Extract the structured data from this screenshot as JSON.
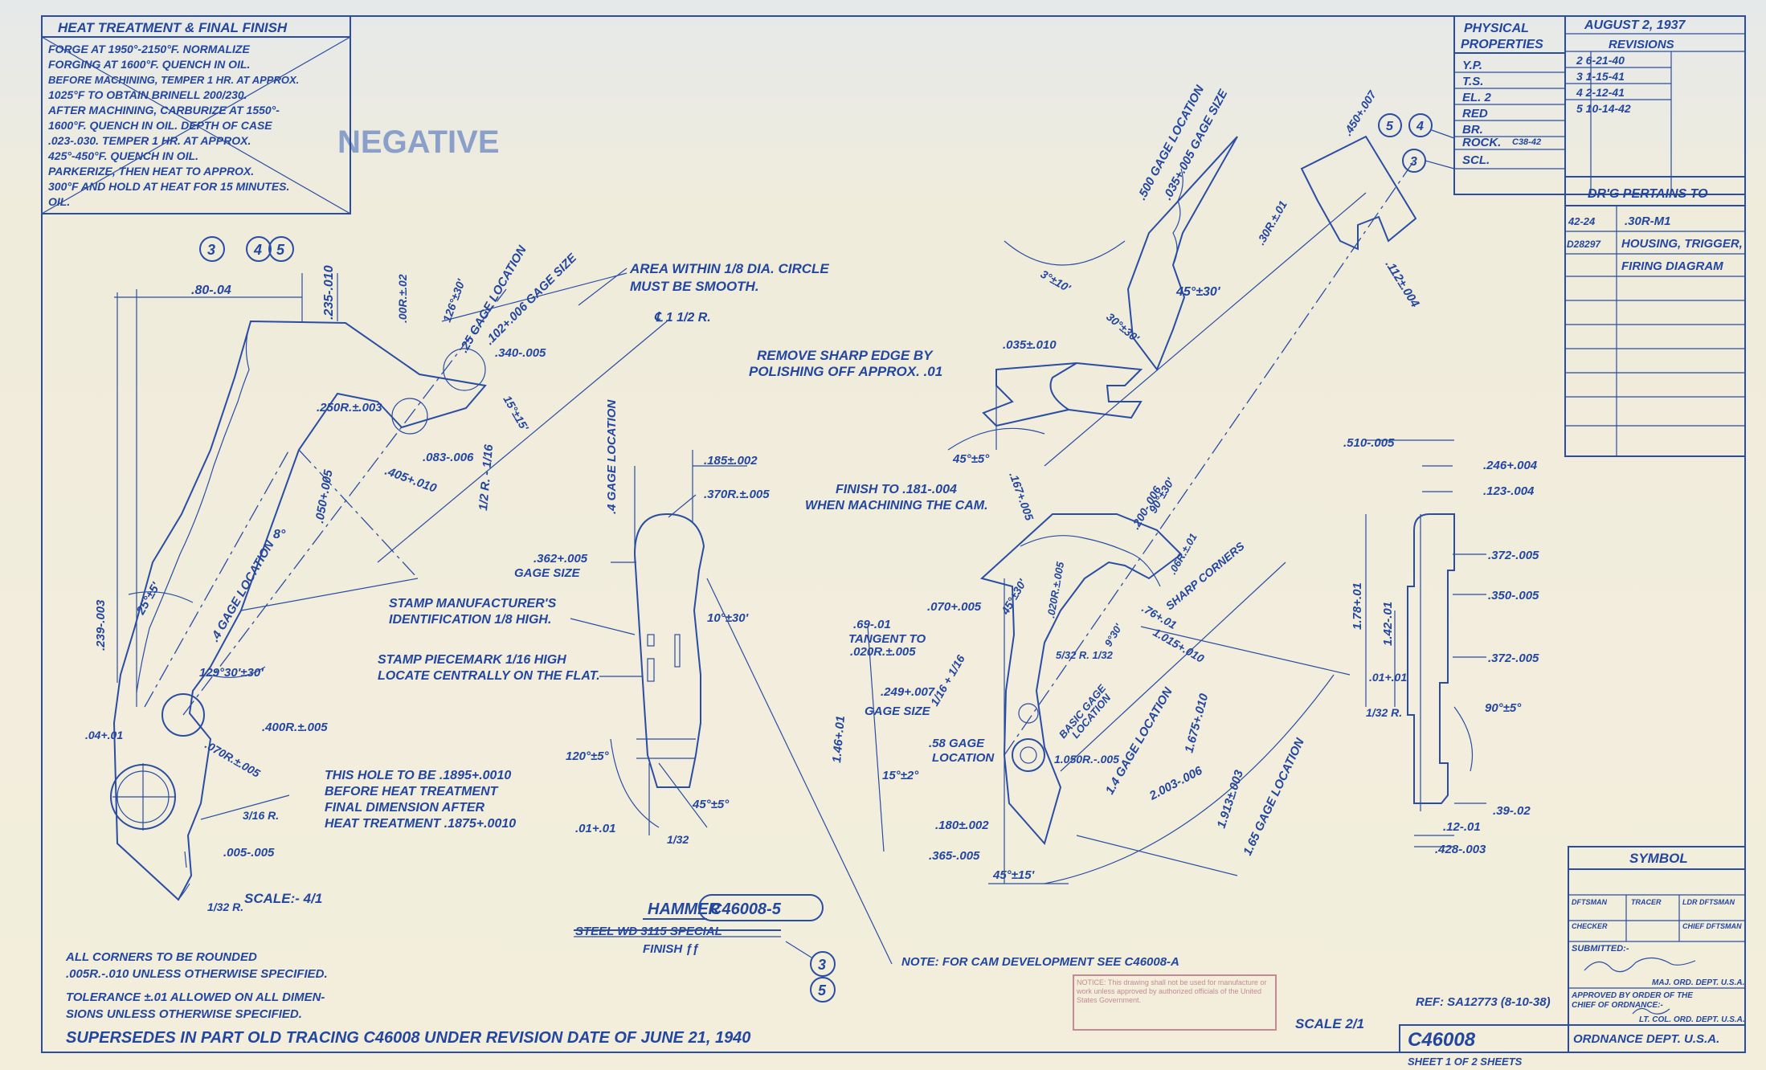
{
  "heat_treatment": {
    "title": "HEAT TREATMENT & FINAL FINISH",
    "lines": [
      "FORGE AT 1950°-2150°F. NORMALIZE",
      "FORGING AT 1600°F. QUENCH IN OIL.",
      "BEFORE MACHINING, TEMPER 1 HR. AT APPROX.",
      "1025°F TO OBTAIN BRINELL 200/230.",
      "AFTER MACHINING, CARBURIZE AT 1550°-",
      "1600°F. QUENCH IN OIL. DEPTH OF CASE",
      ".023-.030. TEMPER 1 HR. AT APPROX.",
      "425°-450°F. QUENCH IN OIL.",
      "PARKERIZE, THEN HEAT TO APPROX.",
      "300°F AND HOLD AT HEAT FOR 15 MINUTES.",
      "OIL."
    ]
  },
  "physical_properties": {
    "title_1": "PHYSICAL",
    "title_2": "PROPERTIES",
    "rows": [
      "Y.P.",
      "T.S.",
      "EL. 2",
      "RED",
      "BR.",
      "ROCK.",
      "SCL."
    ],
    "rock_value": "C38-42"
  },
  "revisions": {
    "date": "AUGUST 2, 1937",
    "title": "REVISIONS",
    "entries": [
      "2  6-21-40",
      "3  1-15-41",
      "4  2-12-41",
      "5  10-14-42"
    ]
  },
  "pertains": {
    "title": "DR'G PERTAINS TO",
    "rows": [
      {
        "code": "42-24",
        "text": ".30R-M1"
      },
      {
        "code": "D28297",
        "text": "HOUSING, TRIGGER,"
      },
      {
        "code": "",
        "text": "FIRING DIAGRAM"
      }
    ]
  },
  "symbol_block": {
    "title": "SYMBOL",
    "draftsman": "DFTSMAN",
    "tracer": "TRACER",
    "ldr": "LDR DFTSMAN",
    "checker": "CHECKER",
    "chief": "CHIEF DFTSMAN",
    "submitted": "SUBMITTED:-",
    "maj": "MAJ. ORD. DEPT. U.S.A.",
    "approved_1": "APPROVED BY ORDER OF THE",
    "approved_2": "CHIEF OF ORDNANCE:-",
    "ltcol": "LT. COL. ORD. DEPT. U.S.A.",
    "dept": "ORDNANCE DEPT. U.S.A."
  },
  "drawing_number": "C46008",
  "sheet": "SHEET 1 OF 2 SHEETS",
  "ref": "REF: SA12773 (8-10-38)",
  "scale_main": "SCALE 2/1",
  "scale_detail": "SCALE:- 4/1",
  "supersedes": "SUPERSEDES IN PART OLD TRACING C46008 UNDER REVISION DATE OF JUNE 21, 1940",
  "faded_word": "NEGATIVE",
  "notes": {
    "corners_1": "ALL CORNERS TO BE ROUNDED",
    "corners_2": ".005R.-.010 UNLESS OTHERWISE SPECIFIED.",
    "tol_1": "TOLERANCE ±.01 ALLOWED ON ALL DIMEN-",
    "tol_2": "SIONS UNLESS OTHERWISE SPECIFIED.",
    "cam": "NOTE: FOR CAM DEVELOPMENT SEE C46008-A",
    "area_1": "AREA WITHIN 1/8 DIA. CIRCLE",
    "area_2": "MUST BE SMOOTH.",
    "stamp_mfr_1": "STAMP MANUFACTURER'S",
    "stamp_mfr_2": "IDENTIFICATION 1/8 HIGH.",
    "stamp_piece_1": "STAMP PIECEMARK 1/16 HIGH",
    "stamp_piece_2": "LOCATE CENTRALLY ON THE FLAT.",
    "hole_1": "THIS HOLE TO BE .1895+.0010",
    "hole_2": "BEFORE HEAT TREATMENT",
    "hole_3": "FINAL DIMENSION AFTER",
    "hole_4": "HEAT TREATMENT .1875+.0010",
    "remove_1": "REMOVE SHARP EDGE BY",
    "remove_2": "POLISHING OFF APPROX. .01",
    "finish_1": "FINISH TO .181-.004",
    "finish_2": "WHEN MACHINING THE CAM.",
    "tangent_1": "TANGENT TO",
    "tangent_2": ".020R.±.005",
    "sharp": "SHARP CORNERS",
    "stamp_red": "NOTICE: This drawing shall not be used for manufacture or work unless approved by authorized officials of the United States Government."
  },
  "part": {
    "name": "HAMMER",
    "number": "C46008-5",
    "material": "STEEL WD 3115 SPECIAL",
    "finish": "FINISH ƒƒ"
  },
  "balloons": [
    "3",
    "4",
    "5"
  ],
  "dims": {
    "d80": ".80-.04",
    "d235": ".235-.010",
    "d00r": ".00R.±.02",
    "d126": "126°±30'",
    "d25gage": ".25 GAGE LOCATION",
    "d102": ".102+.006 GAGE SIZE",
    "d340": ".340-.005",
    "d15": "15°±15'",
    "d250r": ".250R.±.003",
    "d083": ".083-.006",
    "d050": ".050+.005",
    "d405": ".405+.010",
    "d1half": "1/2 R. - 1/16",
    "d8deg": "8°",
    "d4gage": ".4 GAGE LOCATION",
    "d25deg": "25°±5'",
    "d239": ".239-.003",
    "d129": "129°30'±30'",
    "d400r": ".400R.±.005",
    "d04": ".04+.01",
    "d070r": ".070R.±.005",
    "d3_16": "3/16 R.",
    "d005": ".005-.005",
    "d1_32r": "1/32 R.",
    "dcl": "℄ 1 1/2 R.",
    "d185": ".185±.002",
    "d370r": ".370R.±.005",
    "d4gage_v": ".4 GAGE LOCATION",
    "d362": ".362+.005",
    "d362b": "GAGE SIZE",
    "d10": "10°±30'",
    "d120": "120°±5°",
    "d45_5": "45°±5°",
    "d01": ".01+.01",
    "d1_32": "1/32",
    "d500": ".500 GAGE LOCATION",
    "d035g": ".035+.005 GAGE SIZE",
    "d3_10": "3°±10'",
    "d30_30": "30°±30'",
    "d45_30": "45°±30'",
    "d035": ".035±.010",
    "d45_5b": "45°±5°",
    "d167": ".167+.005",
    "d450": ".450+.007",
    "d30r": ".30R.±.01",
    "d112": ".112±.004",
    "d90_30": "90°±30'",
    "d200": ".200-.006",
    "d06r": ".06R.±.01",
    "d070": ".070+.005",
    "d69": ".69-.01",
    "d45_30b": "45°±30'",
    "d020r": ".020R.±.005",
    "d249": ".249+.007",
    "d249b": "GAGE SIZE",
    "d116": "1/16 + 1/16",
    "d58": ".58 GAGE",
    "d58b": "LOCATION",
    "d146": "1.46+.01",
    "d15_2": "15°±2°",
    "d5_32": "5/32 R. 1/32",
    "d9_30": "9°30'",
    "d76": ".76+.01",
    "d1015": "1.015+.010",
    "dbasic": "BASIC GAGE",
    "dbasic2": "LOCATION",
    "d1050": "1.050R.-.005",
    "d14gage": "1.4 GAGE LOCATION",
    "d1675": "1.675+.010",
    "d2003": "2.003-.006",
    "d1913": "1.913±.003",
    "d165": "1.65 GAGE LOCATION",
    "d180": ".180±.002",
    "d365": ".365-.005",
    "d45_15": "45°±15'",
    "d510": ".510-.005",
    "d246": ".246+.004",
    "d123": ".123-.004",
    "d372a": ".372-.005",
    "d350": ".350-.005",
    "d372b": ".372-.005",
    "d178": "1.78+.01",
    "d142": "1.42-.01",
    "d01r": ".01+.01",
    "d132r": "1/32 R.",
    "d90_5": "90°±5°",
    "d39": ".39-.02",
    "d12": ".12-.01",
    "d428": ".428-.003"
  }
}
